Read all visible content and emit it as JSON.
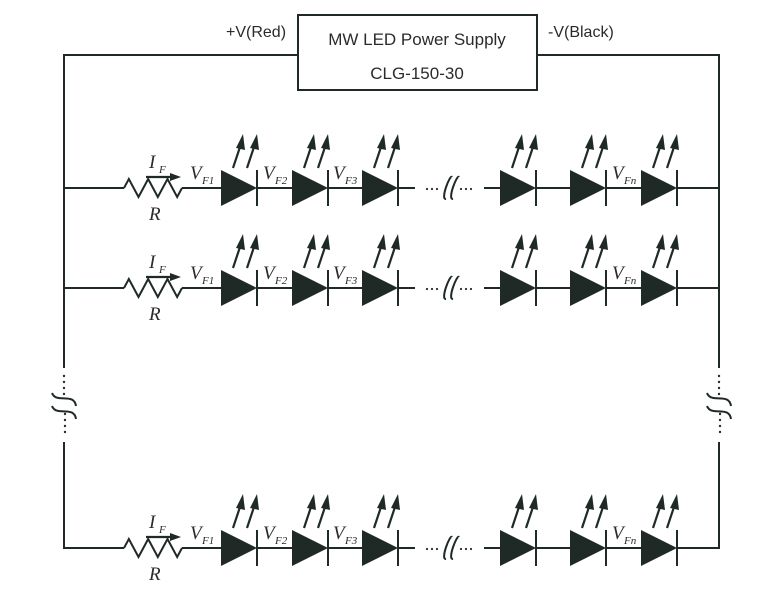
{
  "power_supply": {
    "title": "MW LED Power Supply",
    "model": "CLG-150-30",
    "positive_label": "+V(Red)",
    "negative_label": "-V(Black)"
  },
  "strings": [
    {
      "id": "string-1",
      "current_label": "I",
      "current_sub": "F",
      "resistor_label": "R",
      "voltage_labels": [
        {
          "main": "V",
          "sub": "F1"
        },
        {
          "main": "V",
          "sub": "F2"
        },
        {
          "main": "V",
          "sub": "F3"
        },
        {
          "main": "V",
          "sub": "Fn"
        }
      ],
      "led_count_shown": 6
    },
    {
      "id": "string-2",
      "current_label": "I",
      "current_sub": "F",
      "resistor_label": "R",
      "voltage_labels": [
        {
          "main": "V",
          "sub": "F1"
        },
        {
          "main": "V",
          "sub": "F2"
        },
        {
          "main": "V",
          "sub": "F3"
        },
        {
          "main": "V",
          "sub": "Fn"
        }
      ],
      "led_count_shown": 6
    },
    {
      "id": "string-n",
      "current_label": "I",
      "current_sub": "F",
      "resistor_label": "R",
      "voltage_labels": [
        {
          "main": "V",
          "sub": "F1"
        },
        {
          "main": "V",
          "sub": "F2"
        },
        {
          "main": "V",
          "sub": "F3"
        },
        {
          "main": "V",
          "sub": "Fn"
        }
      ],
      "led_count_shown": 6
    }
  ],
  "colors": {
    "ink": "#1f2a27",
    "text": "#2b2b2b",
    "background": "#ffffff"
  }
}
